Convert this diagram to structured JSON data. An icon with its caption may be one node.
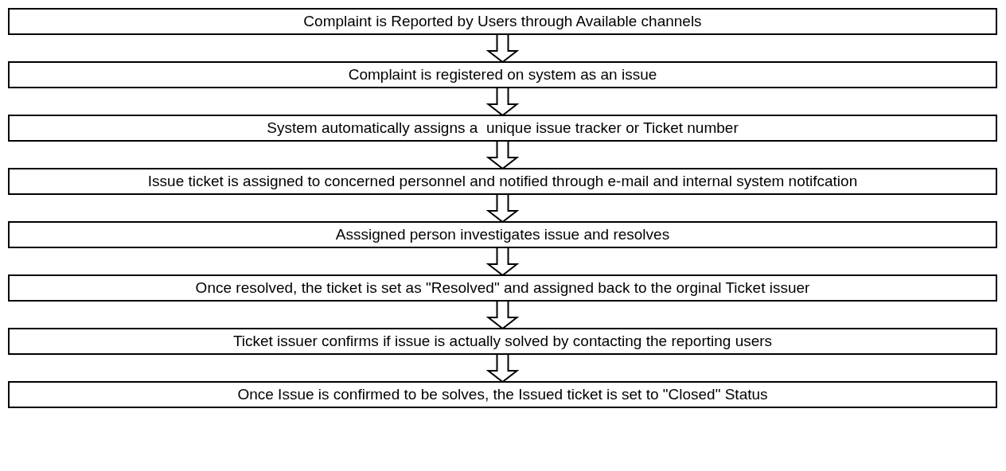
{
  "diagram": {
    "nodes": [
      {
        "text": [
          "Complaint is Reported by Users through Available channels"
        ]
      },
      {
        "text": [
          "Complaint is registered on system as an issue"
        ]
      },
      {
        "text": [
          "System automatically assigns a  unique issue tracker or Ticket number"
        ]
      },
      {
        "text": [
          "Issue ticket is assigned to concerned personnel and notified through e-mail and internal system notifcation"
        ]
      },
      {
        "text": [
          "Asssigned person investigates issue and resolves"
        ]
      },
      {
        "text": [
          "Once resolved, the ticket is set as \"Resolved\" and assigned back to the orginal Ticket issuer"
        ]
      },
      {
        "text": [
          "Ticket issuer confirms if issue is actually solved by contacting the reporting users"
        ]
      },
      {
        "text": [
          "Once Issue is confirmed to be solves, the Issued ticket is set to \"Closed\" Status"
        ]
      }
    ],
    "edges": [
      {
        "from": 0,
        "to": 1,
        "arrow": "to"
      },
      {
        "from": 1,
        "to": 2,
        "arrow": "to"
      },
      {
        "from": 2,
        "to": 3,
        "arrow": "to"
      },
      {
        "from": 3,
        "to": 4,
        "arrow": "to"
      },
      {
        "from": 4,
        "to": 5,
        "arrow": "to"
      },
      {
        "from": 5,
        "to": 6,
        "arrow": "to"
      },
      {
        "from": 6,
        "to": 7,
        "arrow": "to"
      }
    ]
  }
}
